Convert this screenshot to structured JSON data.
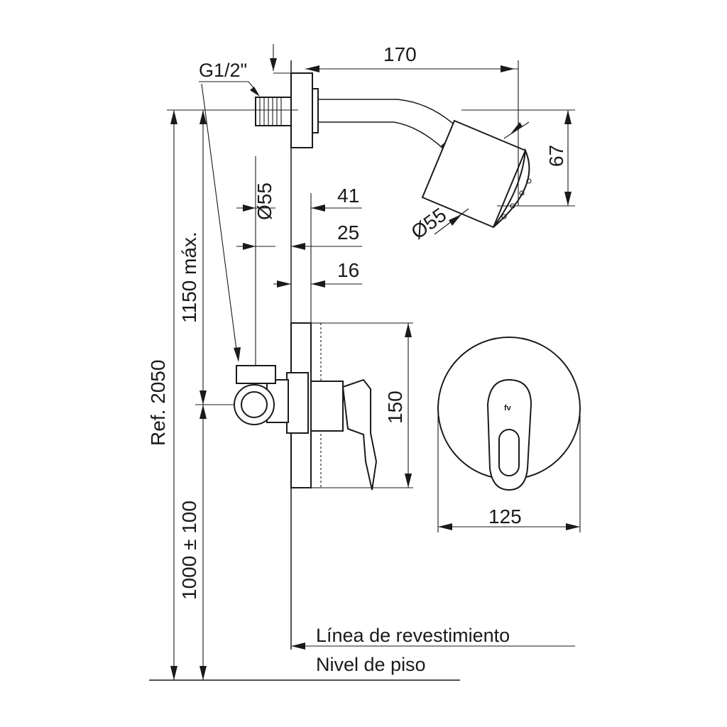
{
  "dimensions": {
    "arm_length": "170",
    "head_height": "67",
    "head_diameter": "Ø55",
    "connection_diameter": "Ø55",
    "depth_41": "41",
    "depth_25": "25",
    "depth_16": "16",
    "valve_height": "150",
    "plate_diameter": "125",
    "max_height": "1150 máx.",
    "reference_height": "Ref. 2050",
    "valve_height_from_floor": "1000 ± 100"
  },
  "thread_label": "G1/2\"",
  "lines": {
    "finish_line": "Línea de revestimiento",
    "floor_level": "Nivel de piso"
  },
  "logo_text": "fv"
}
